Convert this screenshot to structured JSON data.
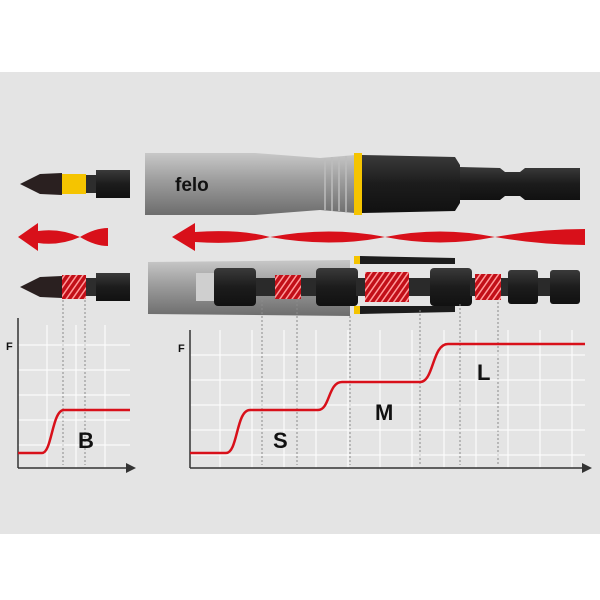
{
  "brand": {
    "logo_text": "felo"
  },
  "colors": {
    "background": "#e4e4e4",
    "accent_red": "#d8101a",
    "accent_yellow": "#f5c400",
    "steel": "#9a9a9a",
    "black": "#1f1f1f",
    "grid": "#ffffff"
  },
  "small_graph": {
    "axis_label": "F",
    "curve_label": "B"
  },
  "large_graph": {
    "axis_label": "F",
    "curve_labels": [
      "S",
      "M",
      "L"
    ]
  }
}
